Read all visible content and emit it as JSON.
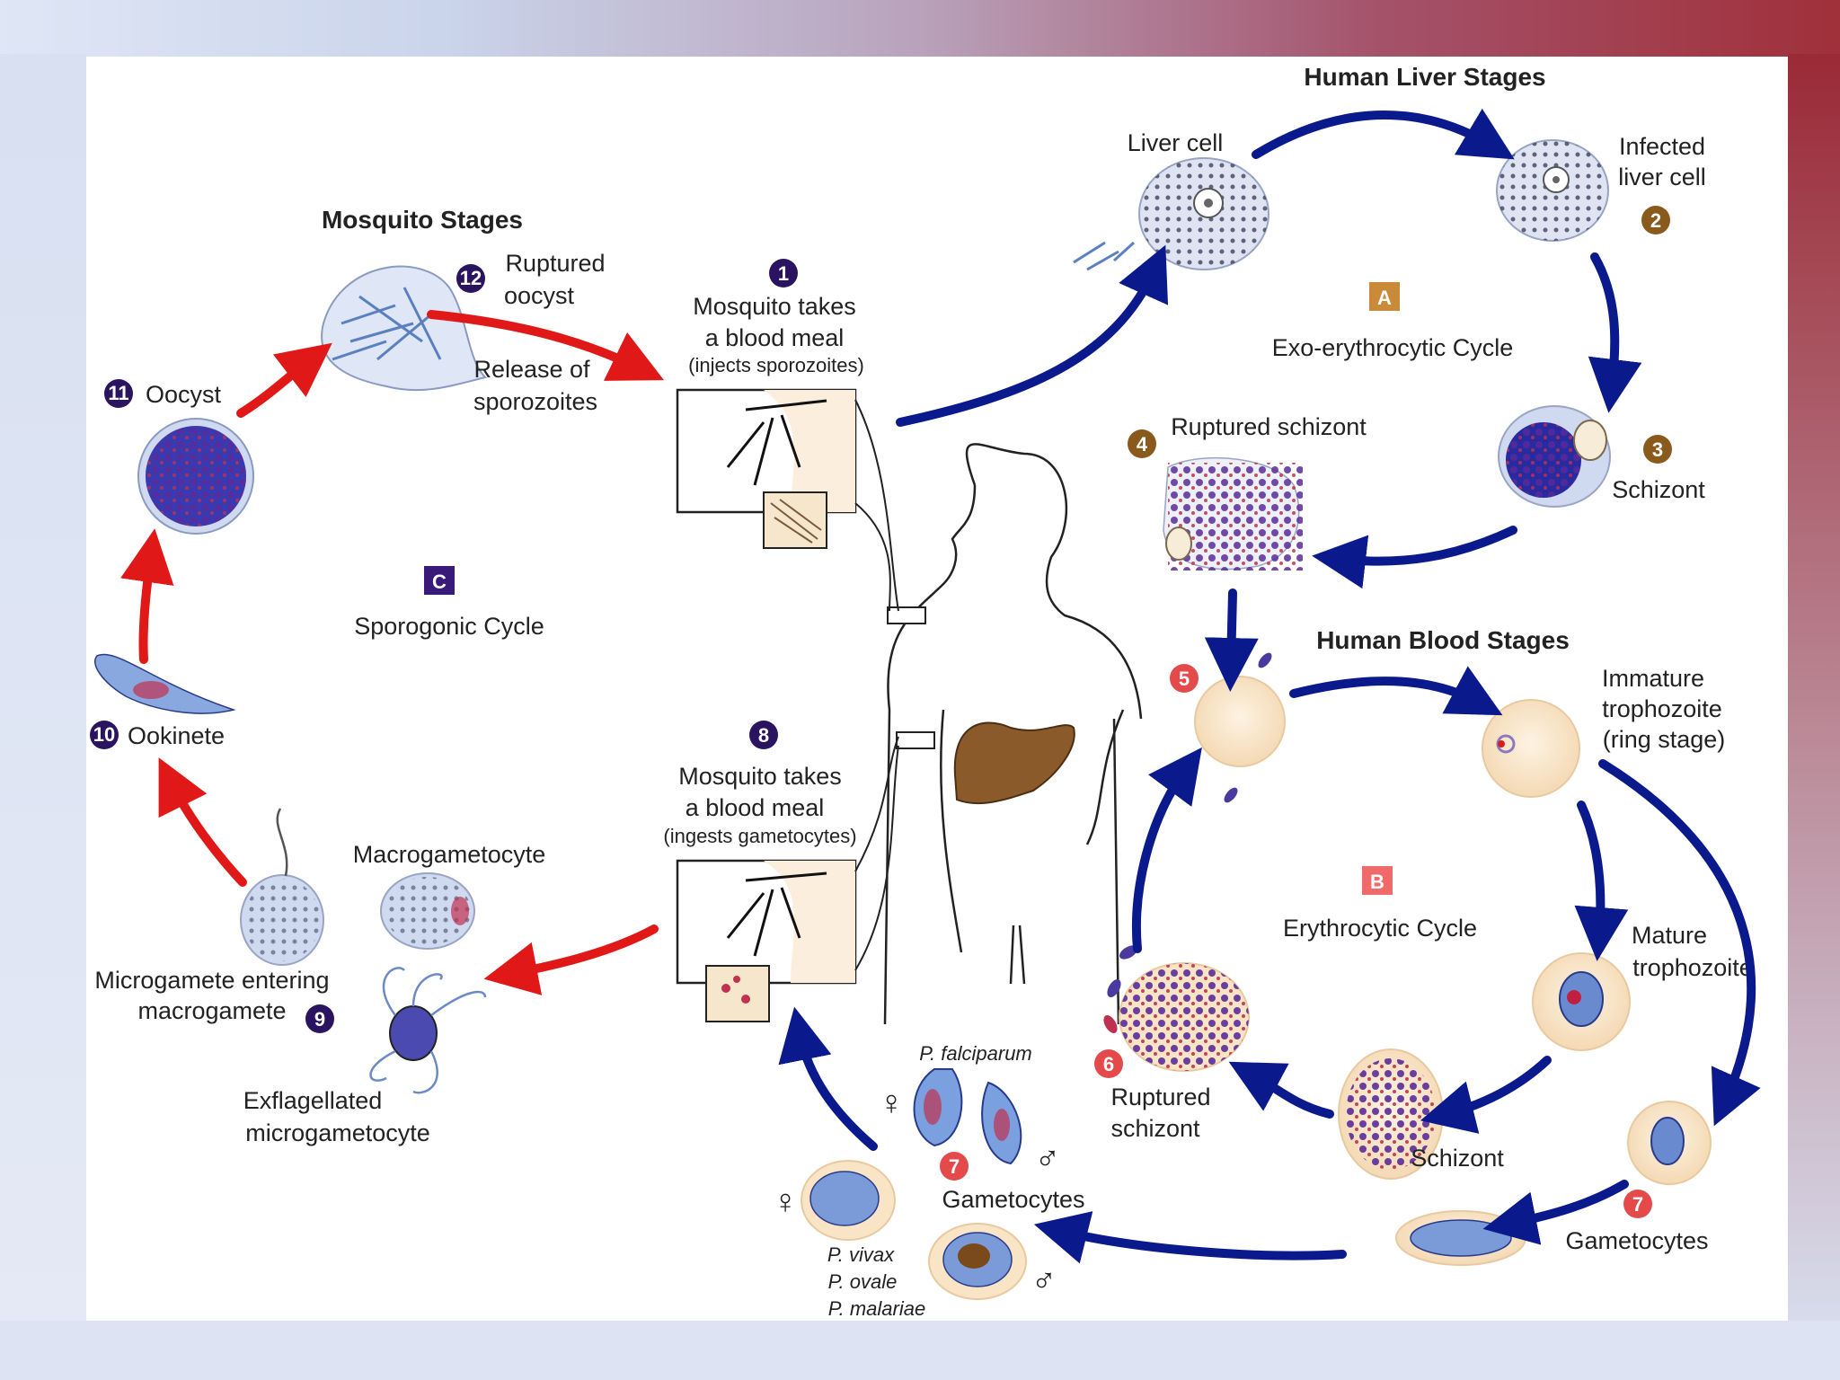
{
  "headers": {
    "liver": "Human Liver Stages",
    "blood": "Human Blood Stages",
    "mosquito": "Mosquito Stages"
  },
  "cycles": {
    "a_letter": "A",
    "a_name": "Exo-erythrocytic Cycle",
    "b_letter": "B",
    "b_name": "Erythrocytic Cycle",
    "c_letter": "C",
    "c_name": "Sporogonic Cycle"
  },
  "step1": {
    "num": "1",
    "line1": "Mosquito takes",
    "line2": "a blood meal",
    "line3": "(injects sporozoites)"
  },
  "step2": {
    "num": "2",
    "line1": "Infected",
    "line2": "liver cell"
  },
  "liver_cell": "Liver cell",
  "step3": {
    "num": "3",
    "label": "Schizont"
  },
  "step4": {
    "num": "4",
    "label": "Ruptured schizont"
  },
  "step5": {
    "num": "5"
  },
  "immature": {
    "line1": "Immature",
    "line2": "trophozoite",
    "line3": "(ring stage)"
  },
  "mature": {
    "line1": "Mature",
    "line2": "trophozoite"
  },
  "blood_schizont": "Schizont",
  "step6": {
    "num": "6",
    "line1": "Ruptured",
    "line2": "schizont"
  },
  "step7a": {
    "num": "7",
    "label": "Gametocytes"
  },
  "step7b": {
    "num": "7",
    "label": "Gametocytes"
  },
  "species": {
    "falciparum": "P. falciparum",
    "vivax": "P. vivax",
    "ovale": "P. ovale",
    "malariae": "P. malariae"
  },
  "symbols": {
    "female": "♀",
    "male": "♂"
  },
  "step8": {
    "num": "8",
    "line1": "Mosquito takes",
    "line2": "a blood meal",
    "line3": "(ingests gametocytes)"
  },
  "step9": {
    "num": "9",
    "line1": "Microgamete entering",
    "line2": "macrogamete"
  },
  "macrogametocyte": "Macrogametocyte",
  "exflag": {
    "line1": "Exflagellated",
    "line2": "microgametocyte"
  },
  "step10": {
    "num": "10",
    "label": "Ookinete"
  },
  "step11": {
    "num": "11",
    "label": "Oocyst"
  },
  "step12": {
    "num": "12",
    "line1": "Ruptured",
    "line2": "oocyst"
  },
  "release": {
    "line1": "Release of",
    "line2": "sporozoites"
  },
  "colors": {
    "blue_arrow": "#0a1a8c",
    "red_arrow": "#e01818",
    "badge_purple": "#2a1460",
    "badge_brown": "#8a5a1c",
    "badge_red": "#e44a4a",
    "liver": "#8b5a2b"
  }
}
